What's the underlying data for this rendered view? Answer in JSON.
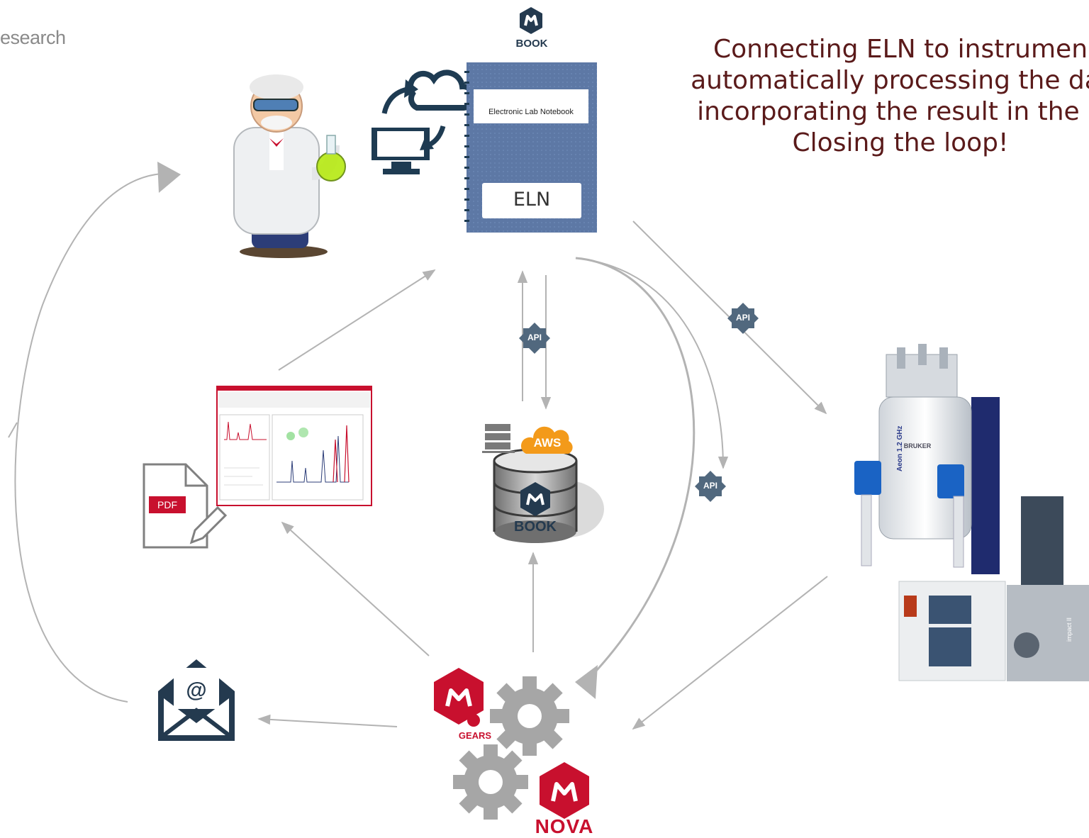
{
  "brand": {
    "text": "esearch"
  },
  "headline": {
    "line1": "Connecting ELN to instrumen",
    "line2": "automatically processing the dat",
    "line3": "incorporating the result in the E",
    "line4": "Closing the loop!"
  },
  "book_logo": {
    "label": "BOOK"
  },
  "notebook": {
    "title": "Electronic Lab Notebook",
    "label": "ELN"
  },
  "api_badges": [
    "API",
    "API",
    "API"
  ],
  "cloud": {
    "aws": "AWS",
    "db_label": "BOOK"
  },
  "report": {
    "pdf_label": "PDF"
  },
  "gears": {
    "label": "GEARS"
  },
  "nova": {
    "label": "NOVA"
  },
  "instrument": {
    "brand": "BRUKER",
    "model": "Aeon 1.2 GHz",
    "ms_label": "impact II"
  },
  "colors": {
    "accent": "#c8102e",
    "headline": "#5a1a1a",
    "arrow": "#b3b3b3",
    "navy": "#243a4f",
    "gear": "#a6a6a6"
  }
}
